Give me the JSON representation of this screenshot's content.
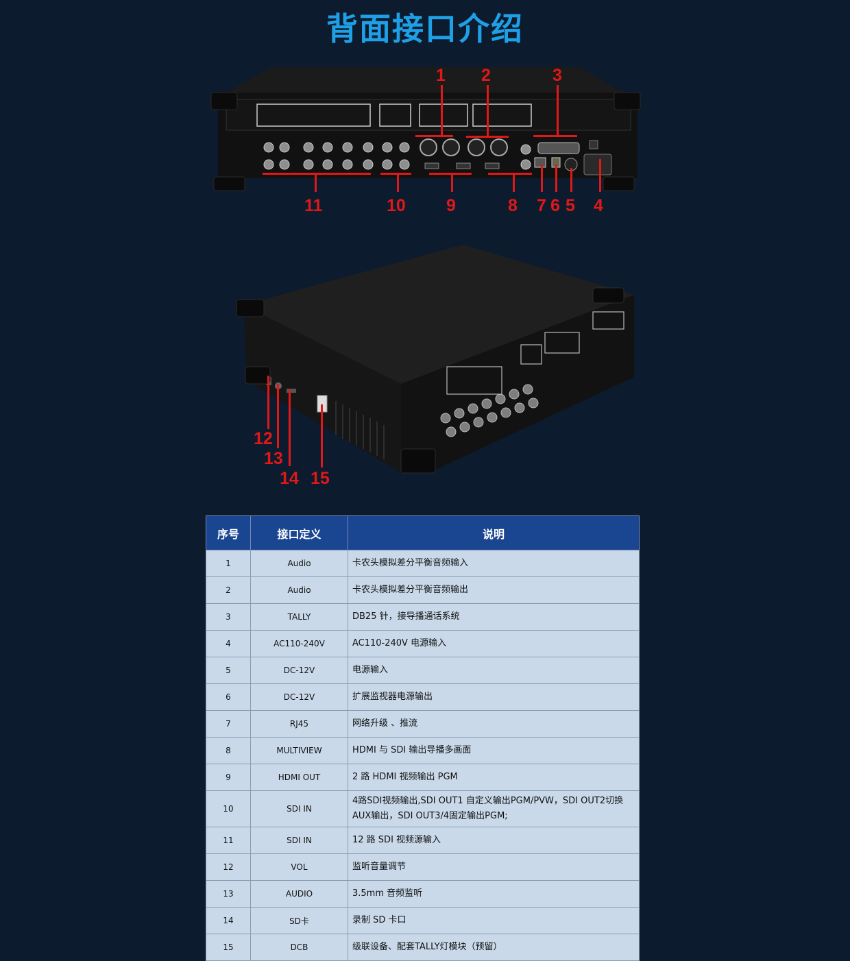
{
  "page": {
    "title": "背面接口介绍"
  },
  "callouts": {
    "top": [
      "1",
      "2",
      "3",
      "4",
      "5",
      "6",
      "7",
      "8",
      "9",
      "10",
      "11"
    ],
    "side": [
      "12",
      "13",
      "14",
      "15"
    ]
  },
  "table": {
    "headers": [
      "序号",
      "接口定义",
      "说明"
    ],
    "rows": [
      {
        "no": "1",
        "port": "Audio",
        "desc": "卡农头模拟差分平衡音频输入"
      },
      {
        "no": "2",
        "port": "Audio",
        "desc": "卡农头模拟差分平衡音频输出"
      },
      {
        "no": "3",
        "port": "TALLY",
        "desc": "DB25 针，接导播通话系统"
      },
      {
        "no": "4",
        "port": "AC110-240V",
        "desc": "AC110-240V 电源输入"
      },
      {
        "no": "5",
        "port": "DC-12V",
        "desc": "电源输入"
      },
      {
        "no": "6",
        "port": "DC-12V",
        "desc": "扩展监视器电源输出"
      },
      {
        "no": "7",
        "port": "RJ45",
        "desc": "网络升级 、推流"
      },
      {
        "no": "8",
        "port": "MULTIVIEW",
        "desc": "HDMI 与 SDI 输出导播多画面"
      },
      {
        "no": "9",
        "port": "HDMI OUT",
        "desc": "2 路 HDMI 视频输出 PGM"
      },
      {
        "no": "10",
        "port": "SDI IN",
        "desc": "4路SDI视频输出,SDI OUT1 自定义输出PGM/PVW，SDI OUT2切换AUX输出，SDI OUT3/4固定输出PGM;"
      },
      {
        "no": "11",
        "port": "SDI IN",
        "desc": "12 路 SDI 视频源输入"
      },
      {
        "no": "12",
        "port": "VOL",
        "desc": "监听音量调节"
      },
      {
        "no": "13",
        "port": "AUDIO",
        "desc": "3.5mm 音频监听"
      },
      {
        "no": "14",
        "port": "SD卡",
        "desc": "录制 SD 卡口"
      },
      {
        "no": "15",
        "port": "DCB",
        "desc": "级联设备、配套TALLY灯模块（预留）"
      }
    ]
  }
}
